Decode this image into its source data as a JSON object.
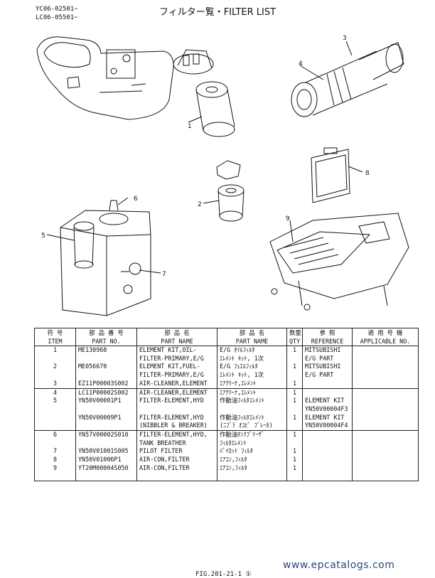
{
  "header": {
    "model_1": "YC06-02501~",
    "model_2": "LC06-05501~",
    "title": "フィルター覧・FILTER LIST"
  },
  "callouts": [
    "1",
    "2",
    "3",
    "4",
    "5",
    "6",
    "7",
    "8",
    "9"
  ],
  "table": {
    "headers": [
      [
        "符 号",
        "ITEM"
      ],
      [
        "部 品 番 号",
        "PART NO."
      ],
      [
        "部 品 名",
        "PART NAME"
      ],
      [
        "部 品 名",
        "PART NAME"
      ],
      [
        "数量",
        "QTY"
      ],
      [
        "参 照",
        "REFERENCE"
      ],
      [
        "適 用 号 機",
        "APPLICABLE NO."
      ]
    ],
    "rows": [
      {
        "item": "1",
        "part_no": "ME130968",
        "name_en": "ELEMENT KIT,OIL-",
        "name_jp": "E/G ｵｲﾙﾌｨﾙﾀ",
        "qty": "1",
        "ref": "MITSUBISHI",
        "app": "",
        "sep": true
      },
      {
        "item": "",
        "part_no": "",
        "name_en": "FILTER-PRIMARY,E/G",
        "name_jp": "ｴﾚﾒﾝﾄ ｷｯﾄ, 1次",
        "qty": "",
        "ref": "E/G PART",
        "app": "",
        "sep": false
      },
      {
        "item": "2",
        "part_no": "ME056670",
        "name_en": "ELEMENT KIT,FUEL-",
        "name_jp": "E/G ﾌｪｴﾙﾌｨﾙﾀ",
        "qty": "1",
        "ref": "MITSUBISHI",
        "app": "",
        "sep": false
      },
      {
        "item": "",
        "part_no": "",
        "name_en": "FILTER-PRIMARY,E/G",
        "name_jp": "ｴﾚﾒﾝﾄ ｷｯﾄ, 1次",
        "qty": "",
        "ref": "E/G PART",
        "app": "",
        "sep": false
      },
      {
        "item": "3",
        "part_no": "EZ11P00003S002",
        "name_en": "AIR-CLEANER,ELEMENT",
        "name_jp": "ｴｱｸﾘｰﾅ,ｴﾚﾒﾝﾄ",
        "qty": "1",
        "ref": "",
        "app": "",
        "sep": false
      },
      {
        "item": "4",
        "part_no": "LC11P00002S002",
        "name_en": "AIR-CLEANER,ELEMENT",
        "name_jp": "ｴｱｸﾘｰﾅ,ｴﾚﾒﾝﾄ",
        "qty": "1",
        "ref": "",
        "app": "",
        "sep": true
      },
      {
        "item": "5",
        "part_no": "YN50V00001P1",
        "name_en": "FILTER-ELEMENT,HYD",
        "name_jp": "作動油ﾌｨﾙﾀｴﾚﾒﾝﾄ",
        "qty": "1",
        "ref": "ELEMENT KIT",
        "app": "",
        "sep": false
      },
      {
        "item": "",
        "part_no": "",
        "name_en": "",
        "name_jp": "",
        "qty": "",
        "ref": "YN50V00004F3",
        "app": "",
        "sep": false
      },
      {
        "item": "",
        "part_no": "YN50V00009P1",
        "name_en": "FILTER-ELEMENT,HYD",
        "name_jp": "作動油ﾌｨﾙﾀｴﾚﾒﾝﾄ",
        "qty": "1",
        "ref": "ELEMENT KIT",
        "app": "",
        "sep": false
      },
      {
        "item": "",
        "part_no": "",
        "name_en": "(NIBBLER & BREAKER)",
        "name_jp": "(ﾆﾌﾞﾗ ｵｺﾋﾞ ﾌﾞﾚｰｶ)",
        "qty": "",
        "ref": "YN50V00004F4",
        "app": "",
        "sep": false
      },
      {
        "item": "6",
        "part_no": "YN57V00002S010",
        "name_en": "FILTER-ELEMENT,HYD,",
        "name_jp": "作動油ﾀﾝｸﾌﾞﾘｰｻﾞ",
        "qty": "1",
        "ref": "",
        "app": "",
        "sep": true
      },
      {
        "item": "",
        "part_no": "",
        "name_en": "TANK BREATHER",
        "name_jp": "ﾌｨﾙﾀｴﾚﾒﾝﾄ",
        "qty": "",
        "ref": "",
        "app": "",
        "sep": false
      },
      {
        "item": "7",
        "part_no": "YN50V01001S005",
        "name_en": "PILOT FILTER",
        "name_jp": "ﾊﾟｲﾛｯﾄ ﾌｨﾙﾀ",
        "qty": "1",
        "ref": "",
        "app": "",
        "sep": false
      },
      {
        "item": "8",
        "part_no": "YN50V01006P1",
        "name_en": "AIR-CON,FILTER",
        "name_jp": "ｴｱｺﾝ,ﾌｨﾙﾀ",
        "qty": "1",
        "ref": "",
        "app": "",
        "sep": false
      },
      {
        "item": "9",
        "part_no": "YT20M00004S050",
        "name_en": "AIR-CON,FILTER",
        "name_jp": "ｴｱｺﾝ,ﾌｨﾙﾀ",
        "qty": "1",
        "ref": "",
        "app": "",
        "sep": false
      }
    ]
  },
  "footer": {
    "fig": "FIG.201-21-1 ①",
    "watermark": "www.epcatalogs.com"
  }
}
